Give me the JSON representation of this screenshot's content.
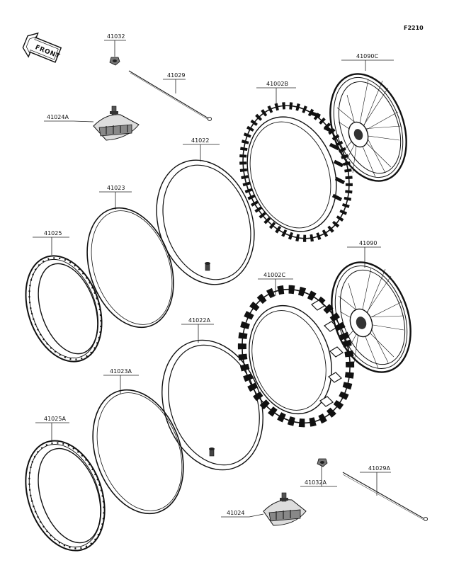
{
  "figure_code": "F2210",
  "front_label": "FRONT",
  "parts": {
    "p41032": "41032",
    "p41029": "41029",
    "p41024a": "41024A",
    "p41090c": "41090C",
    "p41002b": "41002B",
    "p41022": "41022",
    "p41023": "41023",
    "p41025": "41025",
    "p41090": "41090",
    "p41002c": "41002C",
    "p41022a": "41022A",
    "p41023a": "41023A",
    "p41025a": "41025A",
    "p41032a": "41032A",
    "p41029a": "41029A",
    "p41024": "41024"
  }
}
